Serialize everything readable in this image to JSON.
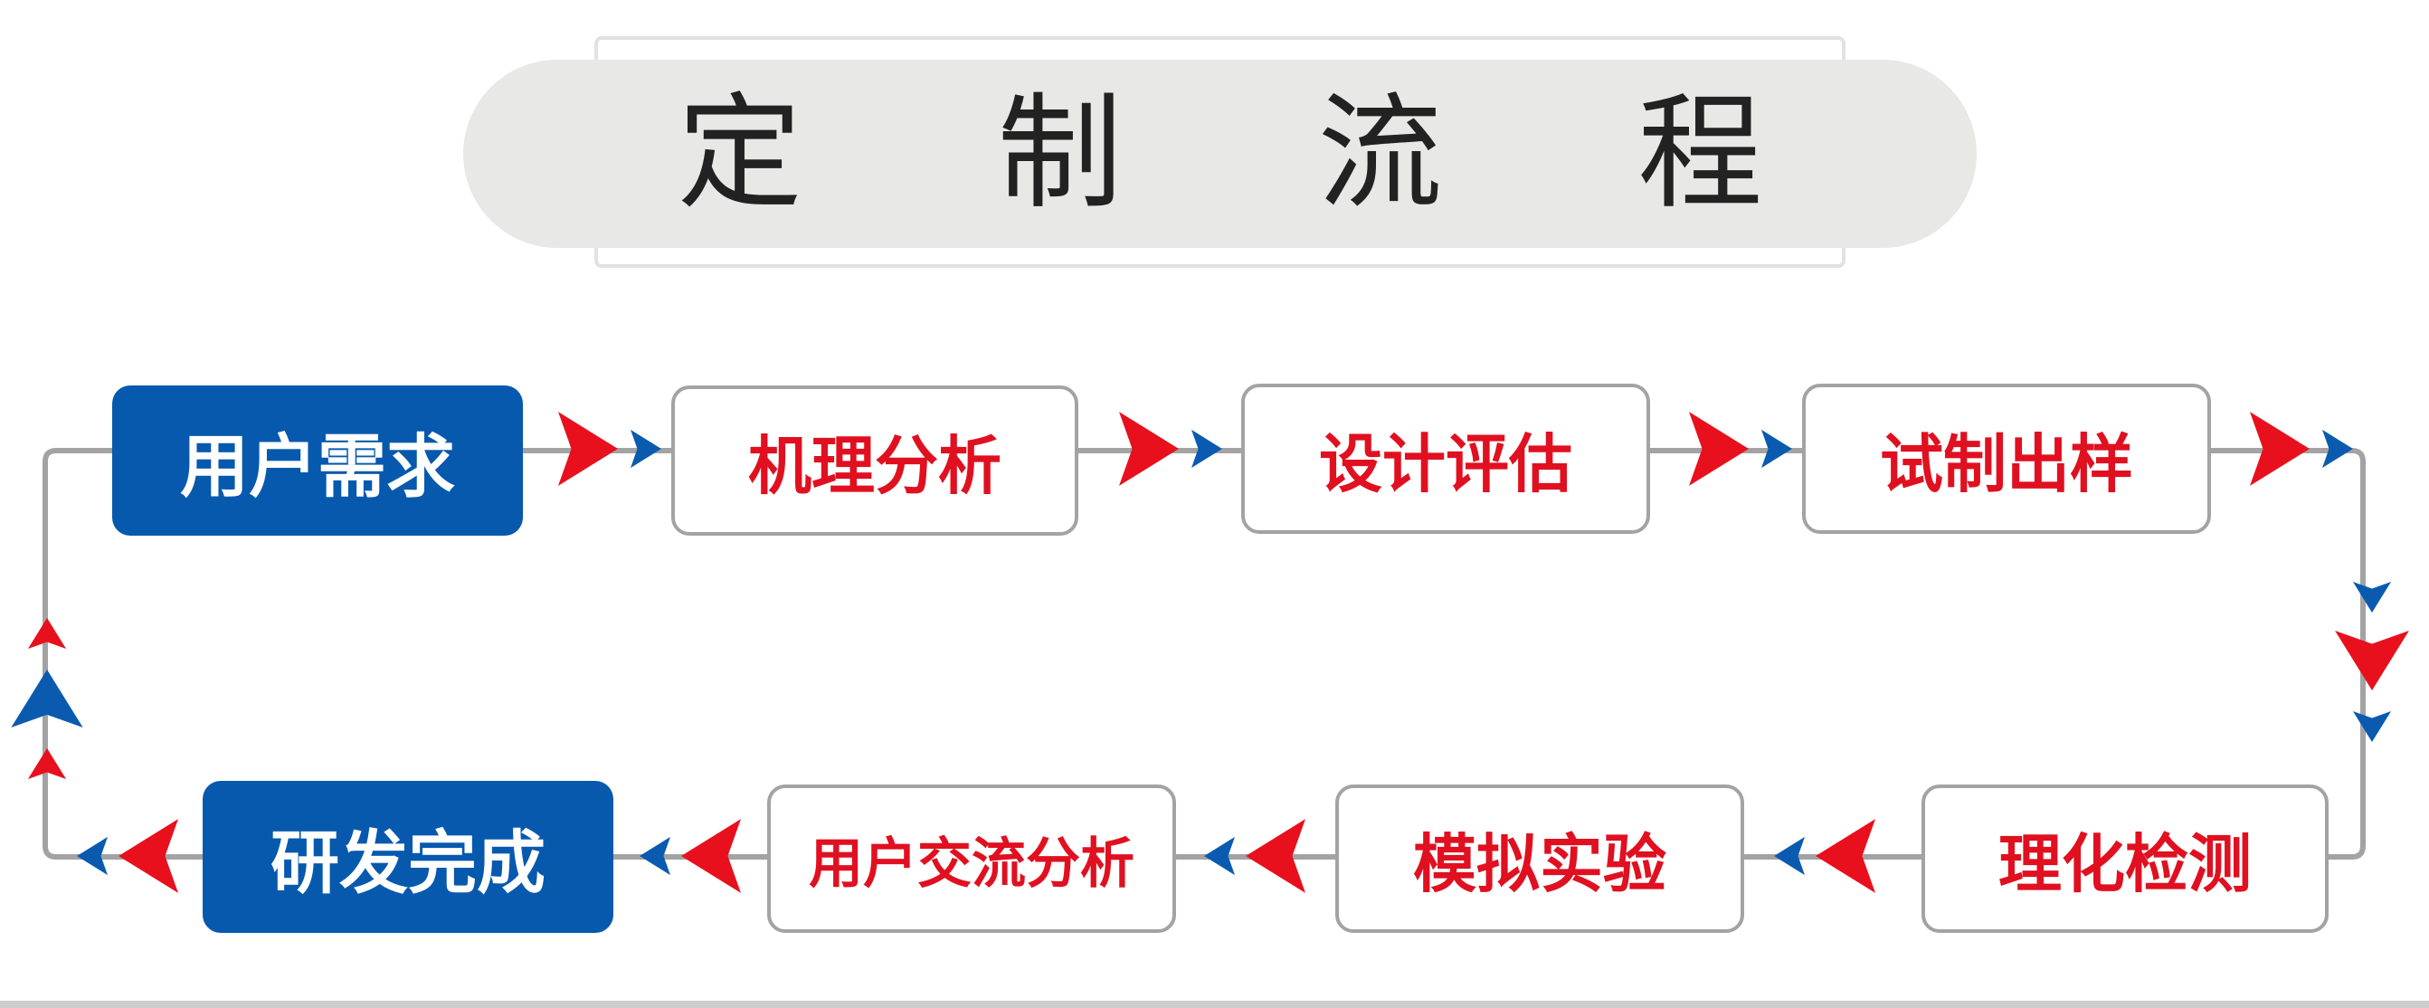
{
  "title": "定 制 流 程",
  "colors": {
    "blue_box": "#0759ae",
    "red_text": "#e01020",
    "red_arrow": "#e8101d",
    "blue_arrow": "#0a5bb0",
    "line": "#a3a3a3",
    "title_pill": "#e8e8e7"
  },
  "flow": {
    "steps": [
      {
        "label": "用户需求",
        "style": "blue"
      },
      {
        "label": "机理分析",
        "style": "white"
      },
      {
        "label": "设计评估",
        "style": "white"
      },
      {
        "label": "试制出样",
        "style": "white"
      },
      {
        "label": "理化检测",
        "style": "white"
      },
      {
        "label": "模拟实验",
        "style": "white"
      },
      {
        "label": "用户交流分析",
        "style": "white"
      },
      {
        "label": "研发完成",
        "style": "blue"
      }
    ],
    "direction": "clockwise loop"
  }
}
